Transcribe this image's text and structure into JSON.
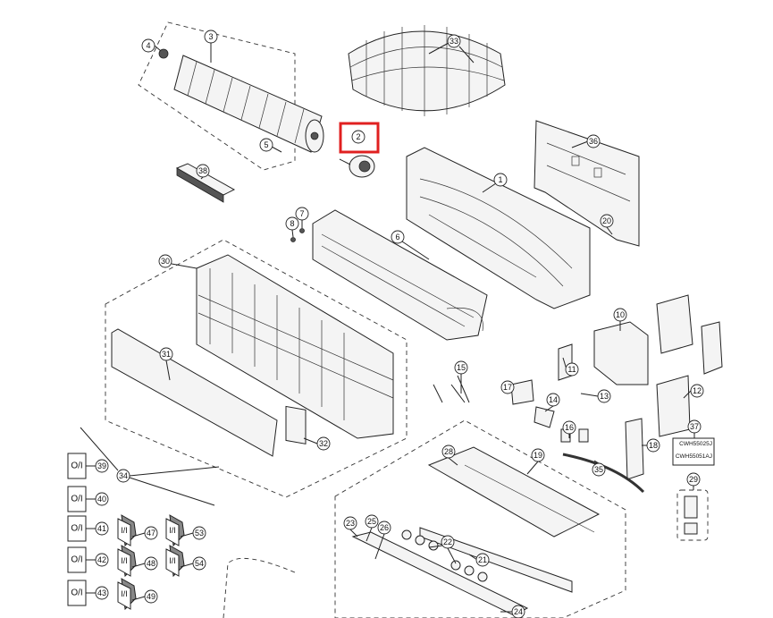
{
  "diagram_title": "",
  "highlight_color": "#e02020",
  "highlighted_part": "2",
  "callouts": [
    "1",
    "2",
    "3",
    "4",
    "5",
    "6",
    "7",
    "8",
    "10",
    "11",
    "12",
    "13",
    "14",
    "15",
    "16",
    "17",
    "18",
    "19",
    "20",
    "21",
    "22",
    "23",
    "24",
    "25",
    "26",
    "28",
    "29",
    "30",
    "31",
    "32",
    "33",
    "34",
    "35",
    "36",
    "37",
    "38",
    "39",
    "40",
    "41",
    "42",
    "43",
    "47",
    "48",
    "49",
    "53",
    "54"
  ],
  "doc_labels": {
    "box": "O/I",
    "folder": "I/I"
  },
  "part_37_codes": [
    "CWH55025J",
    "CWH55051AJ"
  ]
}
